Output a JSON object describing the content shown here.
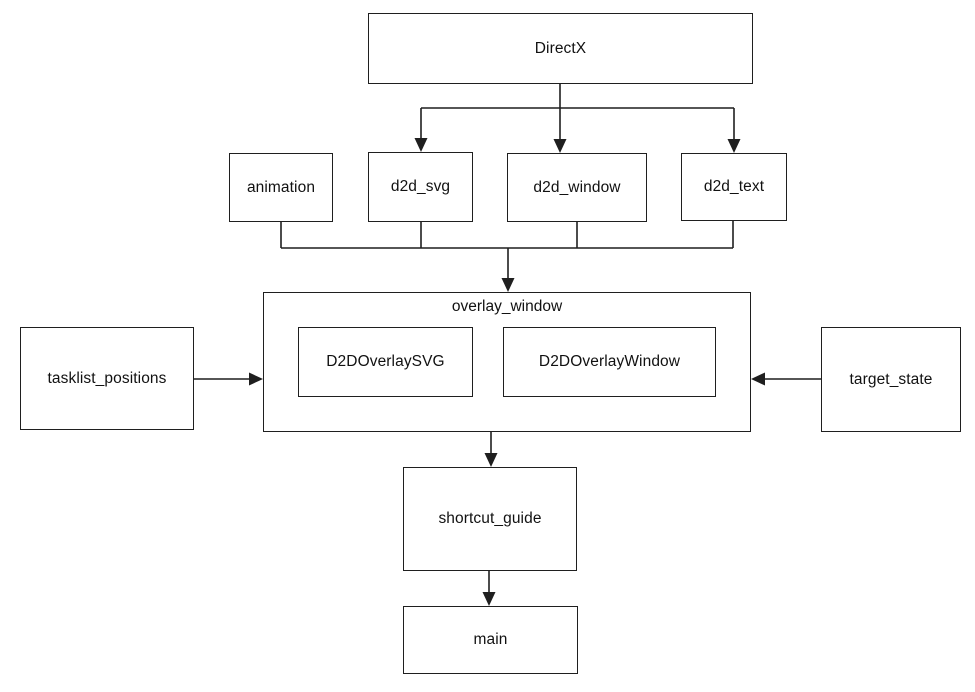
{
  "diagram": {
    "title": "module dependency flowchart",
    "colors": {
      "background": "#ffffff",
      "box_fill": "#ffffff",
      "box_border": "#1f1f1f",
      "line": "#1f1f1f",
      "text": "#111111"
    },
    "nodes": {
      "directx": {
        "label": "DirectX"
      },
      "animation": {
        "label": "animation"
      },
      "d2d_svg": {
        "label": "d2d_svg"
      },
      "d2d_window": {
        "label": "d2d_window"
      },
      "d2d_text": {
        "label": "d2d_text"
      },
      "overlay_window": {
        "label": "overlay_window"
      },
      "d2d_overlay_svg": {
        "label": "D2DOverlaySVG"
      },
      "d2d_overlay_window": {
        "label": "D2DOverlayWindow"
      },
      "tasklist_positions": {
        "label": "tasklist_positions"
      },
      "target_state": {
        "label": "target_state"
      },
      "shortcut_guide": {
        "label": "shortcut_guide"
      },
      "main": {
        "label": "main"
      }
    },
    "containment": [
      {
        "parent": "overlay_window",
        "children": [
          "D2DOverlaySVG",
          "D2DOverlayWindow"
        ]
      }
    ],
    "edges": [
      {
        "from": "DirectX",
        "to": "d2d_svg",
        "type": "arrow"
      },
      {
        "from": "DirectX",
        "to": "d2d_window",
        "type": "arrow"
      },
      {
        "from": "DirectX",
        "to": "d2d_text",
        "type": "arrow"
      },
      {
        "from": "animation",
        "to": "overlay_window",
        "type": "arrow-merged"
      },
      {
        "from": "d2d_svg",
        "to": "overlay_window",
        "type": "arrow-merged"
      },
      {
        "from": "d2d_window",
        "to": "overlay_window",
        "type": "arrow-merged"
      },
      {
        "from": "d2d_text",
        "to": "overlay_window",
        "type": "arrow-merged"
      },
      {
        "from": "tasklist_positions",
        "to": "overlay_window",
        "type": "arrow"
      },
      {
        "from": "target_state",
        "to": "overlay_window",
        "type": "arrow"
      },
      {
        "from": "overlay_window",
        "to": "shortcut_guide",
        "type": "arrow"
      },
      {
        "from": "shortcut_guide",
        "to": "main",
        "type": "arrow"
      }
    ]
  }
}
